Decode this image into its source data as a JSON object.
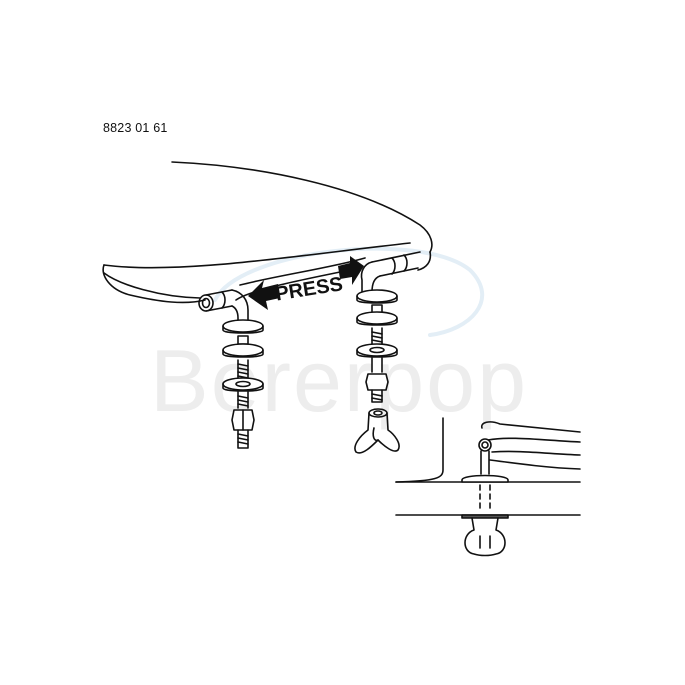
{
  "diagram": {
    "product_code": "8823 01 61",
    "press_label": "PRESS",
    "watermark": "Bererpop",
    "colors": {
      "line": "#111111",
      "background": "#ffffff",
      "watermark": "#ededed",
      "watermark_swoosh": "#e3eef6"
    },
    "parts": {
      "left_hinge_stack": [
        "hinge-elbow",
        "washer",
        "washer",
        "washer",
        "nut",
        "threaded-rod"
      ],
      "right_hinge_stack": [
        "hinge-elbow",
        "washer",
        "washer",
        "washer",
        "nut",
        "wing-nut"
      ],
      "detail_view": [
        "seat-edge",
        "hinge-pin",
        "base-plate",
        "mounting-surface",
        "dashed-bolt",
        "wing-nut"
      ]
    }
  }
}
